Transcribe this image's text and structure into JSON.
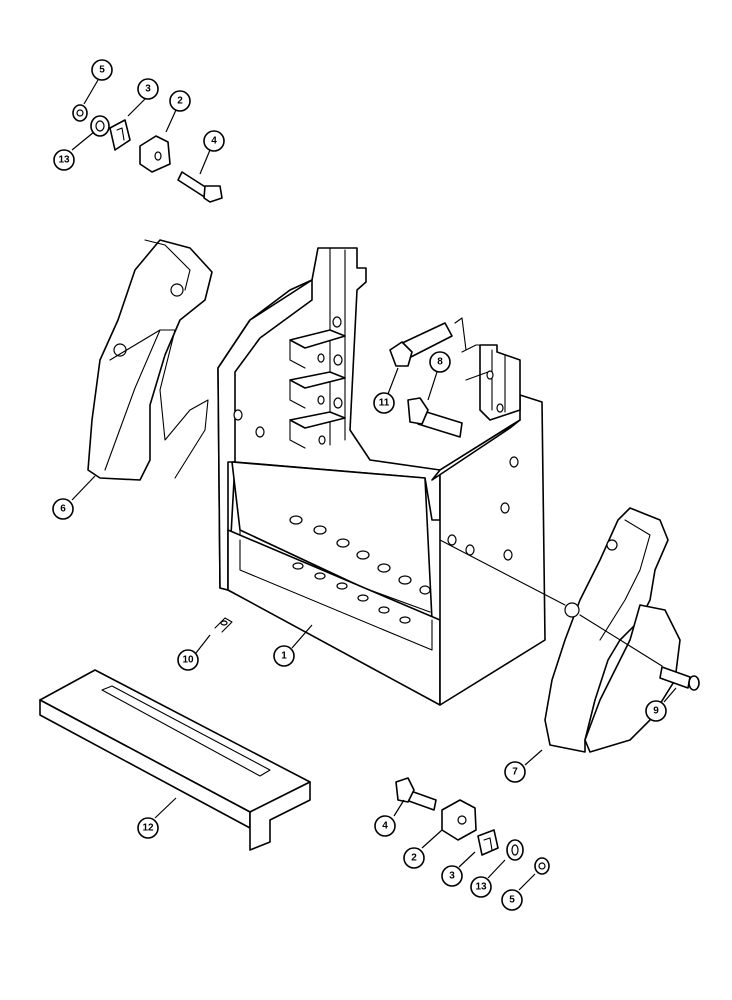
{
  "diagram": {
    "callouts": [
      {
        "id": "c5a",
        "label": "5"
      },
      {
        "id": "c3a",
        "label": "3"
      },
      {
        "id": "c2a",
        "label": "2"
      },
      {
        "id": "c13a",
        "label": "13"
      },
      {
        "id": "c4a",
        "label": "4"
      },
      {
        "id": "c11",
        "label": "11"
      },
      {
        "id": "c8",
        "label": "8"
      },
      {
        "id": "c6",
        "label": "6"
      },
      {
        "id": "c10",
        "label": "10"
      },
      {
        "id": "c1",
        "label": "1"
      },
      {
        "id": "c9",
        "label": "9"
      },
      {
        "id": "c7",
        "label": "7"
      },
      {
        "id": "c12",
        "label": "12"
      },
      {
        "id": "c4b",
        "label": "4"
      },
      {
        "id": "c2b",
        "label": "2"
      },
      {
        "id": "c3b",
        "label": "3"
      },
      {
        "id": "c13b",
        "label": "13"
      },
      {
        "id": "c5b",
        "label": "5"
      }
    ]
  }
}
